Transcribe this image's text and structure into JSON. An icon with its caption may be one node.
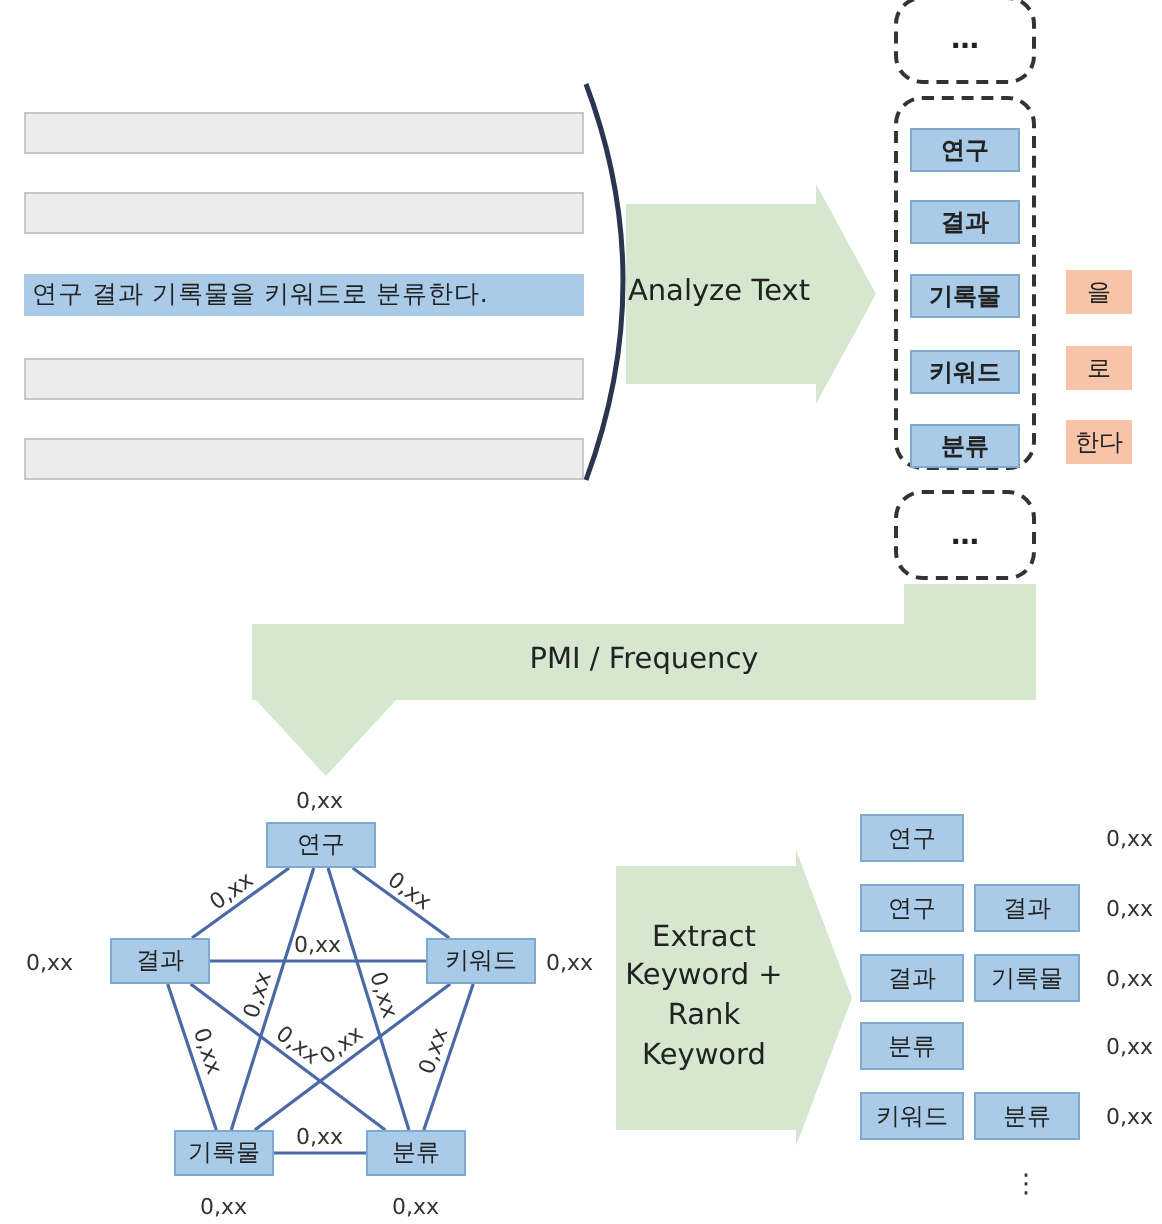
{
  "diagram": {
    "nodes": [
      {
        "text": [],
        "shape": "bar"
      },
      {
        "text": [],
        "shape": "bar"
      },
      {
        "text": [
          "연구 결과 기록물을 키워드로 분류한다."
        ]
      },
      {
        "text": [],
        "shape": "bar"
      },
      {
        "text": [],
        "shape": "bar"
      },
      {
        "text": [
          "Analyze Text"
        ]
      },
      {
        "text": [
          "…"
        ]
      },
      {
        "text": [],
        "shape": "box"
      },
      {
        "text": [
          "연구"
        ],
        "in": 7
      },
      {
        "text": [
          "결과"
        ],
        "in": 7
      },
      {
        "text": [
          "기록물"
        ],
        "in": 7
      },
      {
        "text": [
          "을"
        ]
      },
      {
        "text": [
          "키워드"
        ],
        "in": 7
      },
      {
        "text": [
          "로"
        ]
      },
      {
        "text": [
          "분류"
        ],
        "in": 7
      },
      {
        "text": [
          "한다"
        ]
      },
      {
        "text": [
          "…"
        ]
      },
      {
        "text": [
          "PMI / Frequency"
        ]
      },
      {
        "text": [
          "연구"
        ],
        "beside": [
          "0,xx"
        ]
      },
      {
        "text": [
          "결과"
        ],
        "beside": [
          "0,xx"
        ]
      },
      {
        "text": [
          "키워드"
        ],
        "beside": [
          "0,xx"
        ]
      },
      {
        "text": [
          "기록물"
        ],
        "beside": [
          "0,xx"
        ]
      },
      {
        "text": [
          "분류"
        ],
        "beside": [
          "0,xx"
        ]
      },
      {
        "text": [
          "Extract Keyword + Rank Keyword"
        ]
      },
      {
        "text": [
          "연구"
        ]
      },
      {
        "text": [
          "연구"
        ]
      },
      {
        "text": [
          "결과"
        ]
      },
      {
        "text": [
          "결과"
        ]
      },
      {
        "text": [
          "기록물"
        ]
      },
      {
        "text": [
          "분류"
        ]
      },
      {
        "text": [
          "키워드"
        ]
      },
      {
        "text": [
          "분류"
        ]
      }
    ],
    "edges": [
      {
        "from": 18,
        "to": 19,
        "arrow": "none",
        "label": "0,xx"
      },
      {
        "from": 18,
        "to": 20,
        "arrow": "none",
        "label": "0,xx"
      },
      {
        "from": 19,
        "to": 20,
        "arrow": "none",
        "label": "0,xx"
      },
      {
        "from": 18,
        "to": 21,
        "arrow": "none",
        "label": "0,xx"
      },
      {
        "from": 18,
        "to": 22,
        "arrow": "none",
        "label": "0,xx"
      },
      {
        "from": 19,
        "to": 21,
        "arrow": "none",
        "label": "0,xx"
      },
      {
        "from": 19,
        "to": 22,
        "arrow": "none",
        "label": "0,xx"
      },
      {
        "from": 20,
        "to": 21,
        "arrow": "none",
        "label": "0,xx"
      },
      {
        "from": 20,
        "to": 22,
        "arrow": "none",
        "label": "0,xx"
      },
      {
        "from": 21,
        "to": 22,
        "arrow": "none",
        "label": "0,xx"
      }
    ],
    "labels": [
      "0,xx",
      "0,xx",
      "0,xx",
      "0,xx",
      "0,xx",
      "⋮"
    ]
  }
}
